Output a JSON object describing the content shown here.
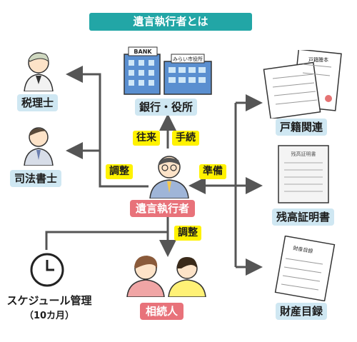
{
  "title": "遺言執行者とは",
  "nodes": {
    "tax": "税理士",
    "scrivener": "司法書士",
    "bank_office": "銀行・役所",
    "executor": "遺言執行者",
    "heirs": "相続人",
    "schedule": "スケジュール管理",
    "schedule_sub": "（10カ月）",
    "family_register": "戸籍関連",
    "balance_cert": "残高証明書",
    "asset_list": "財産目録"
  },
  "tags": {
    "visit": "往来",
    "procedure": "手続",
    "adjust_left": "調整",
    "prepare": "準備",
    "adjust_bottom": "調整"
  },
  "building_signs": {
    "bank": "BANK",
    "office": "みらい市役所"
  },
  "document_titles": {
    "register": "戸籍謄本",
    "balance": "残高証明書",
    "assets": "財産目録"
  },
  "colors": {
    "title_bg": "#22a6a6",
    "label_bg": "#cfe7f2",
    "executor_bg": "#e8727a",
    "tag_bg": "#fff200",
    "arrow": "#555555"
  }
}
